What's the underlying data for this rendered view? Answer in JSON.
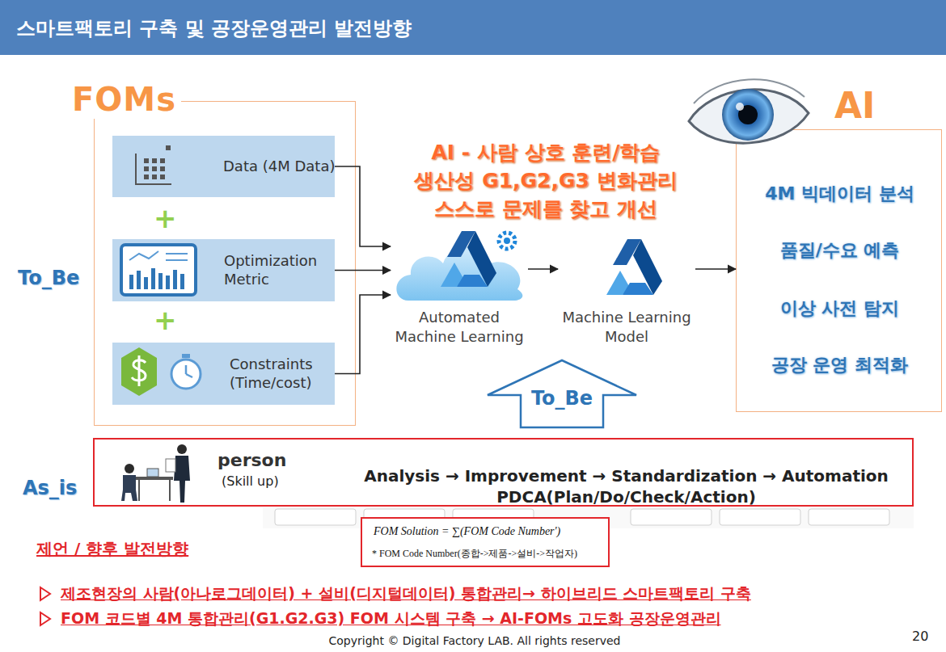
{
  "diagram": {
    "title": "스마트팩토리 구축 및 공장운영관리 발전방향",
    "nodes": [
      {
        "text": [
          "FOMs"
        ]
      },
      {
        "text": [
          "Data (4M Data)"
        ],
        "in": 0
      },
      {
        "text": [
          "Optimization Metric"
        ],
        "in": 0
      },
      {
        "text": [
          "Constraints (Time/cost)"
        ],
        "in": 0
      },
      {
        "text": [
          "Automated Machine Learning"
        ]
      },
      {
        "text": [
          "Machine Learning Model"
        ]
      },
      {
        "text": [
          "AI",
          "4M 빅데이터 분석",
          "품질/수요 예측",
          "이상 사전 탐지",
          "공장 운영 최적화"
        ]
      },
      {
        "text": [
          "To_Be"
        ]
      },
      {
        "text": [
          "person",
          "(Skill up)",
          "Analysis → Improvement → Standardization → Automation",
          "PDCA(Plan/Do/Check/Action)"
        ]
      },
      {
        "text": [
          "FOM Solution = ∑(FOM Code Number')",
          "* FOM Code Number(종합->제품->설비->작업자)"
        ]
      }
    ],
    "edges": [
      {
        "from": 1,
        "to": 4,
        "arrow": "to"
      },
      {
        "from": 2,
        "to": 4,
        "arrow": "to"
      },
      {
        "from": 3,
        "to": 4,
        "arrow": "to"
      },
      {
        "from": 4,
        "to": 5,
        "arrow": "to"
      },
      {
        "from": 5,
        "to": 6,
        "arrow": "to"
      }
    ],
    "labels": [
      "To_Be",
      "+",
      "+",
      "AI - 사람 상호 훈련/학습",
      "생산성 G1,G2,G3 변화관리",
      "스스로 문제를 찾고 개선",
      "As_is",
      "제언 / 향후 발전방향",
      "제조현장의 사람(아나로그데이터) + 설비(디지털데이터) 통합관리→ 하이브리드 스마트팩토리 구축",
      "FOM 코드별 4M 통합관리(G1.G2.G3) FOM 시스템 구축 → AI-FOMs 고도화 공장운영관리",
      "Copyright © Digital Factory LAB. All rights reserved",
      "20"
    ]
  }
}
